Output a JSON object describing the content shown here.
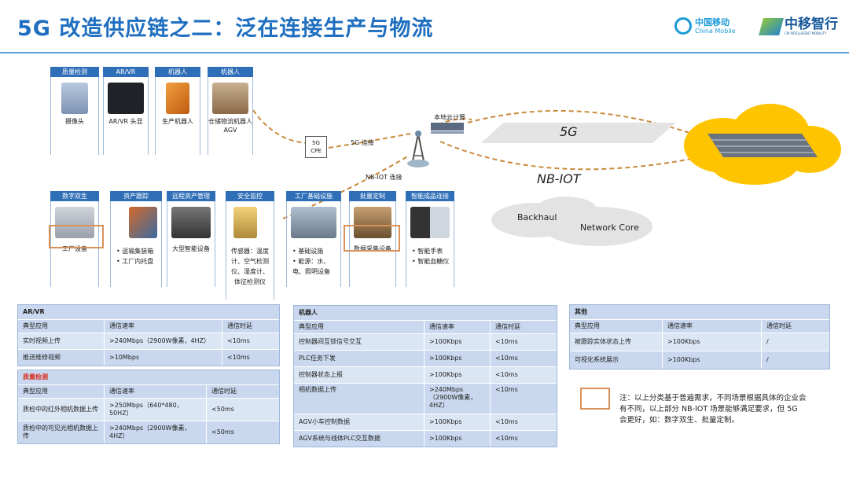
{
  "title": "5G 改造供应链之二：泛在连接生产与物流",
  "logos": {
    "china_mobile": {
      "cn": "中国移动",
      "en": "China Mobile"
    },
    "zhongyi": {
      "cn": "中移智行",
      "en": "CM INTELLIGENT MOBILITY"
    }
  },
  "top_cards": [
    {
      "header": "质量检测",
      "caption": "摄像头",
      "icon": "camera-icon"
    },
    {
      "header": "AR/VR",
      "caption": "AR/VR 头显",
      "icon": "vr-headset-icon"
    },
    {
      "header": "机器人",
      "caption": "生产机器人",
      "icon": "robot-arm-icon"
    },
    {
      "header": "机器人",
      "caption": "仓储物流机器人 AGV",
      "icon": "agv-icon"
    }
  ],
  "network": {
    "cpe_label": "5G\nCPE",
    "link_5g": "5G 连接",
    "link_nbiot": "NB-IOT 连接",
    "local_cloud": "本地云计算",
    "band_5g": "5G",
    "band_nbiot": "NB-IOT",
    "backhaul": "Backhaul",
    "network_core": "Network Core"
  },
  "bottom_cards": [
    {
      "header": "数字双生",
      "caption": "工厂设备",
      "bullets": []
    },
    {
      "header": "资产跟踪",
      "caption": "",
      "bullets": [
        "运输集装箱",
        "工厂内托盘"
      ]
    },
    {
      "header": "远程资产管理",
      "caption": "大型智能设备",
      "bullets": []
    },
    {
      "header": "安全监控",
      "caption": "传感器：温度计、空气检测仪、湿度计、体征检测仪",
      "bullets": []
    },
    {
      "header": "工厂基础设施",
      "caption": "",
      "bullets": [
        "基础设施",
        "能源：水、电、照明设备"
      ]
    },
    {
      "header": "批量定制",
      "caption": "数据采集设备",
      "bullets": []
    },
    {
      "header": "智能成品连接",
      "caption": "",
      "bullets": [
        "智能手表",
        "智能血糖仪"
      ]
    }
  ],
  "tables": {
    "arvr": {
      "title": "AR/VR",
      "columns": [
        "典型应用",
        "通信速率",
        "通信时延"
      ],
      "rows": [
        [
          "实时视频上传",
          ">240Mbps（2900W像素，4HZ）",
          "<10ms"
        ],
        [
          "推送维修视频",
          ">10Mbps",
          "<10ms"
        ]
      ]
    },
    "quality": {
      "title": "质量检测",
      "columns": [
        "典型应用",
        "通信速率",
        "通信时延"
      ],
      "rows": [
        [
          "质检中的红外相机数据上传",
          ">250Mbps（640*480，50HZ）",
          "<50ms"
        ],
        [
          "质检中的可见光相机数据上传",
          ">240Mbps（2900W像素，4HZ）",
          "<50ms"
        ]
      ]
    },
    "robot": {
      "title": "机器人",
      "columns": [
        "典型应用",
        "通信速率",
        "通信时延"
      ],
      "rows": [
        [
          "控制器间互锁信号交互",
          ">100Kbps",
          "<10ms"
        ],
        [
          "PLC任务下发",
          ">100Kbps",
          "<10ms"
        ],
        [
          "控制器状态上报",
          ">100Kbps",
          "<10ms"
        ],
        [
          "相机数据上传",
          ">240Mbps（2900W像素，4HZ）",
          "<10ms"
        ],
        [
          "AGV小车控制数据",
          ">100Kbps",
          "<10ms"
        ],
        [
          "AGV系统与线体PLC交互数据",
          ">100Kbps",
          "<10ms"
        ]
      ]
    },
    "other": {
      "title": "其他",
      "columns": [
        "典型应用",
        "通信速率",
        "通信时延"
      ],
      "rows": [
        [
          "被跟踪实体状态上传",
          ">100Kbps",
          "/"
        ],
        [
          "可视化系统展示",
          ">100Kbps",
          "/"
        ]
      ]
    }
  },
  "note": "注：以上分类基于普遍需求，不同场景根据具体的企业会有不同，以上部分 NB-IOT 场景能够满足要求，但 5G 会更好，如：数字双生、批量定制。"
}
